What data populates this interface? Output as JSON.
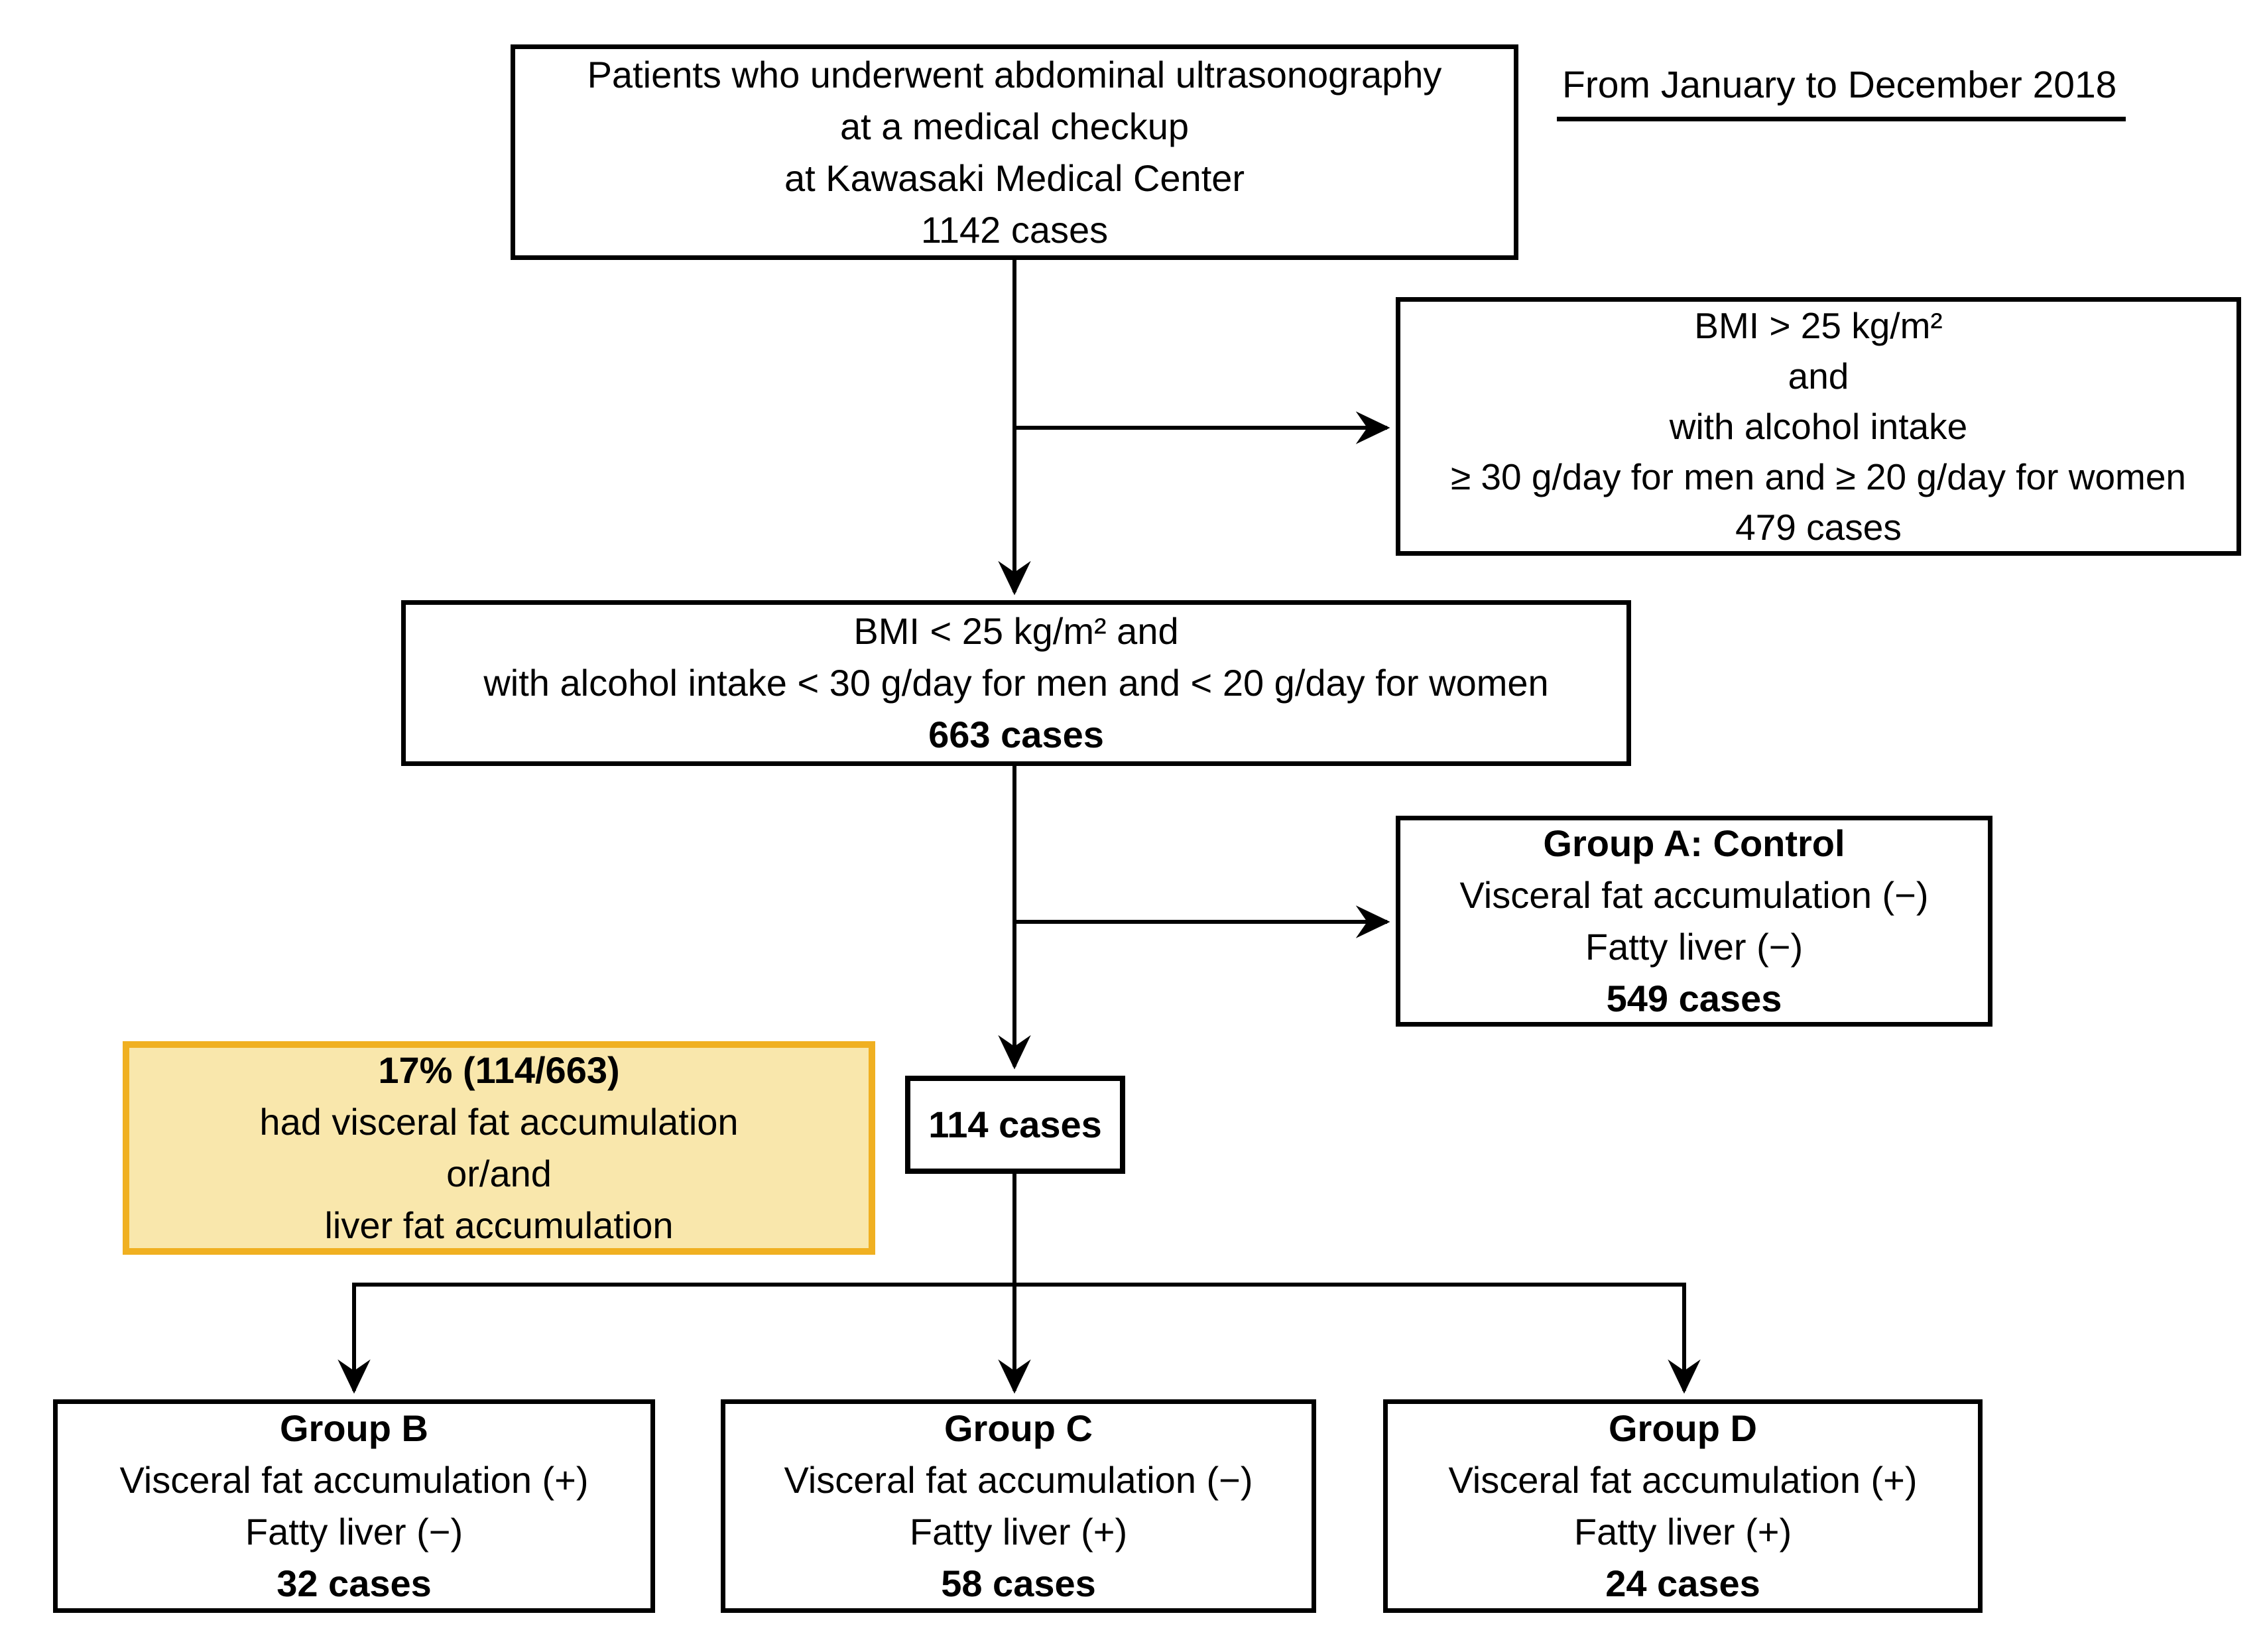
{
  "date_label": "From January to December 2018",
  "nodes": {
    "source": {
      "line1": "Patients who underwent abdominal ultrasonography",
      "line2": "at a medical checkup",
      "line3": "at Kawasaki Medical Center",
      "line4": "1142 cases"
    },
    "excluded": {
      "line1": "BMI > 25 kg/m²",
      "line2": "and",
      "line3": "with alcohol intake",
      "line4": "≥ 30 g/day for men and ≥ 20 g/day for women",
      "line5": "479 cases"
    },
    "included": {
      "line1": "BMI < 25 kg/m² and",
      "line2": "with alcohol intake < 30 g/day for men and < 20 g/day for women",
      "line3": "663 cases"
    },
    "group_a": {
      "line1": "Group A: Control",
      "line2": "Visceral fat accumulation (−)",
      "line3": "Fatty liver (−)",
      "line4": "549 cases"
    },
    "highlight": {
      "line1": "17% (114/663)",
      "line2": "had visceral fat accumulation",
      "line3": "or/and",
      "line4": "liver fat accumulation"
    },
    "interim": {
      "line1": "114 cases"
    },
    "group_b": {
      "line1": "Group B",
      "line2": "Visceral fat accumulation (+)",
      "line3": "Fatty liver (−)",
      "line4": "32 cases"
    },
    "group_c": {
      "line1": "Group C",
      "line2": "Visceral fat accumulation (−)",
      "line3": "Fatty liver (+)",
      "line4": "58 cases"
    },
    "group_d": {
      "line1": "Group D",
      "line2": "Visceral fat accumulation (+)",
      "line3": "Fatty liver (+)",
      "line4": "24 cases"
    }
  },
  "colors": {
    "highlight_fill": "#F9E7AC",
    "highlight_border": "#F0B021",
    "connector": "#000000"
  }
}
